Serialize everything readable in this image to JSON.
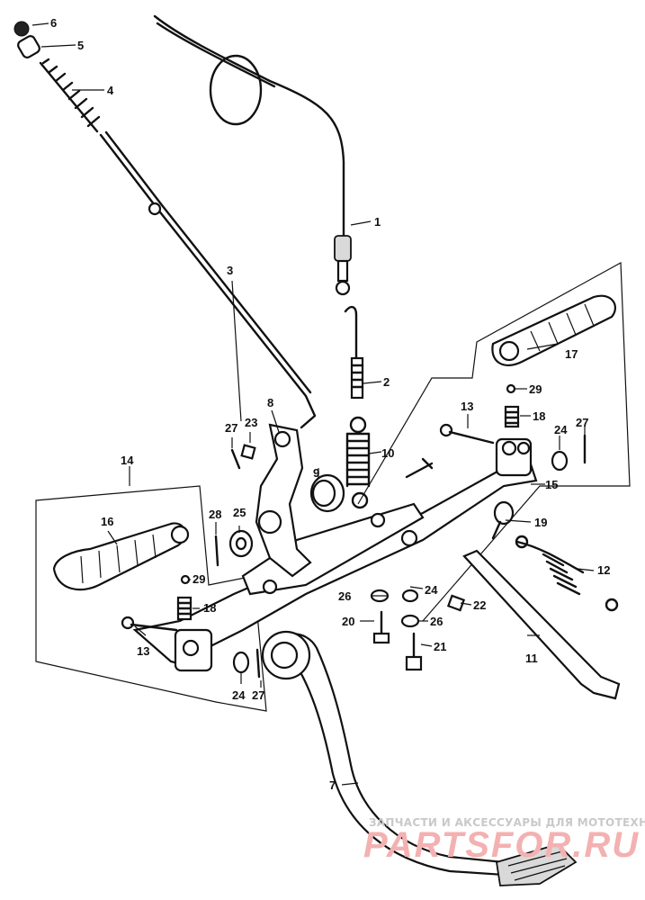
{
  "callouts": {
    "c1": "1",
    "c2": "2",
    "c3": "3",
    "c4": "4",
    "c5": "5",
    "c6": "6",
    "c7": "7",
    "c8": "8",
    "c9": "9",
    "c10": "10",
    "c11": "11",
    "c12": "12",
    "c13a": "13",
    "c13b": "13",
    "c14": "14",
    "c15": "15",
    "c16": "16",
    "c17": "17",
    "c18a": "18",
    "c18b": "18",
    "c19": "19",
    "c20": "20",
    "c21": "21",
    "c22": "22",
    "c23": "23",
    "c24a": "24",
    "c24b": "24",
    "c24c": "24",
    "c25": "25",
    "c26a": "26",
    "c26b": "26",
    "c27a": "27",
    "c27b": "27",
    "c27c": "27",
    "c28": "28",
    "c29a": "29",
    "c29b": "29"
  },
  "watermark": {
    "line1": "ЗАПЧАСТИ И АКСЕССУАРЫ ДЛЯ МОТОТЕХНИКИ",
    "line2": "PARTSFOR.RU"
  }
}
